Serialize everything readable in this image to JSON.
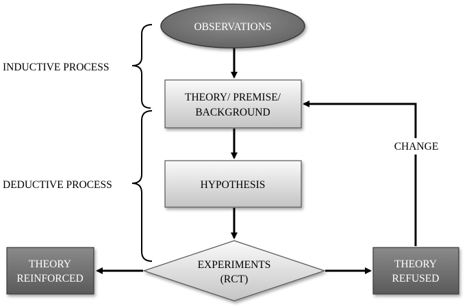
{
  "nodes": {
    "observations": "OBSERVATIONS",
    "theory_line1": "THEORY/ PREMISE/",
    "theory_line2": "BACKGROUND",
    "hypothesis": "HYPOTHESIS",
    "experiments_line1": "EXPERIMENTS",
    "experiments_line2": "(RCT)",
    "reinforced_line1": "THEORY",
    "reinforced_line2": "REINFORCED",
    "refused_line1": "THEORY",
    "refused_line2": "REFUSED"
  },
  "labels": {
    "inductive": "INDUCTIVE PROCESS",
    "deductive": "DEDUCTIVE PROCESS",
    "change": "CHANGE"
  }
}
